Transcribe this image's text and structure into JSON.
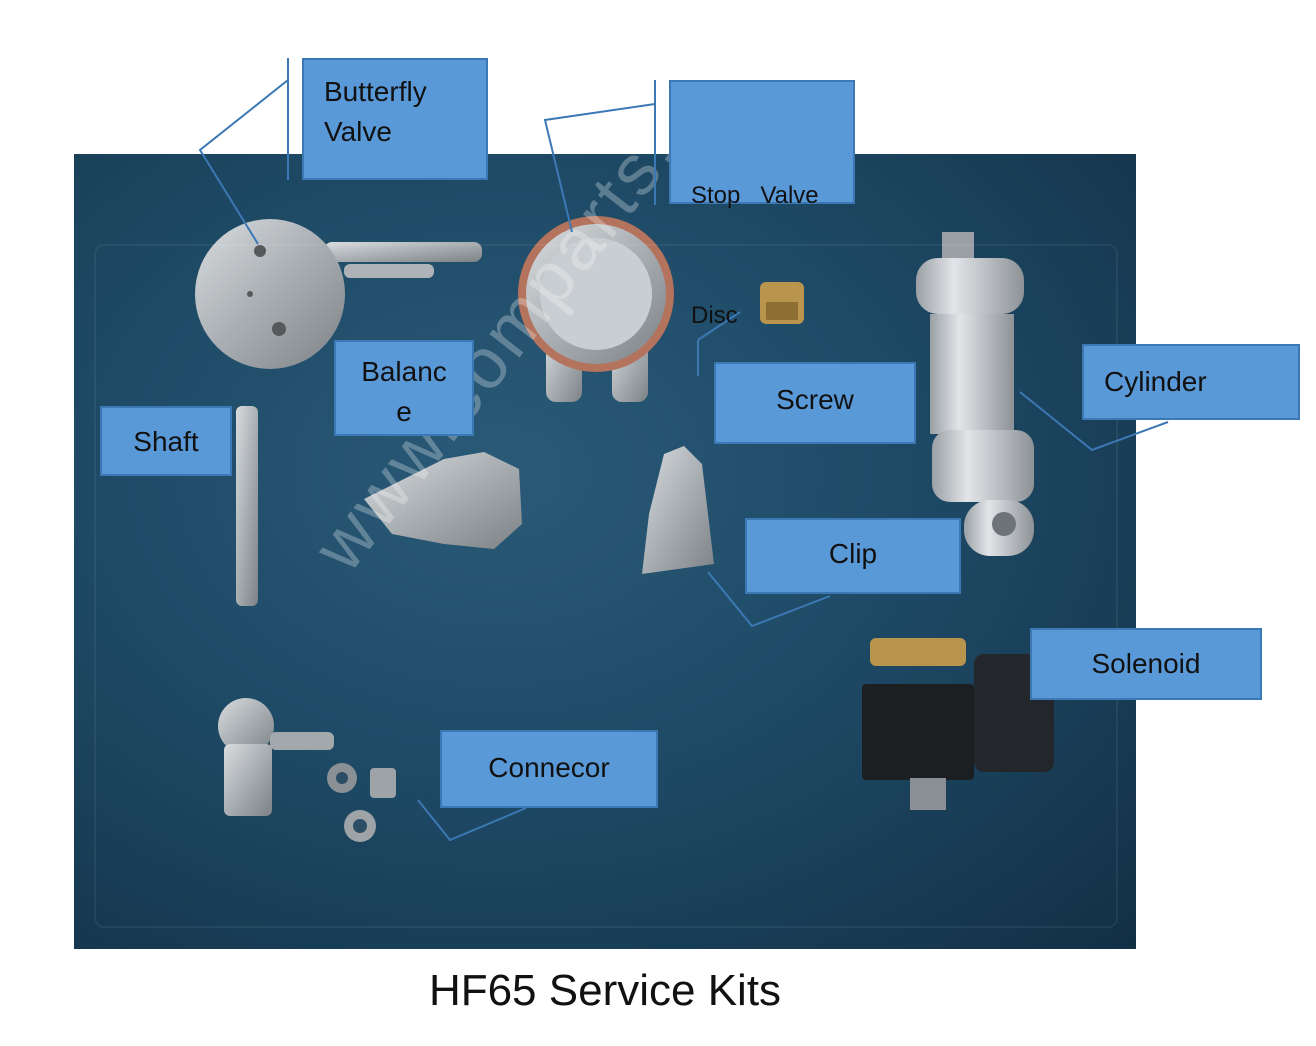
{
  "title": "HF65 Service Kits",
  "watermark": "www.comparts.com.tr",
  "labels": {
    "butterfly_valve_1": "Butterfly",
    "butterfly_valve_2": "Valve",
    "stop_valve_disc_1": "Stop   Valve",
    "stop_valve_disc_2": "Disc",
    "balance_1": "Balanc",
    "balance_2": "e",
    "shaft": "Shaft",
    "screw": "Screw",
    "cylinder": "Cylinder",
    "clip": "Clip",
    "solenoid": "Solenoid",
    "connector": "Connecor"
  },
  "colors": {
    "callout_fill": "#5a99d8",
    "callout_border": "#3c78b4",
    "tray_blue": "#1e4a66"
  }
}
